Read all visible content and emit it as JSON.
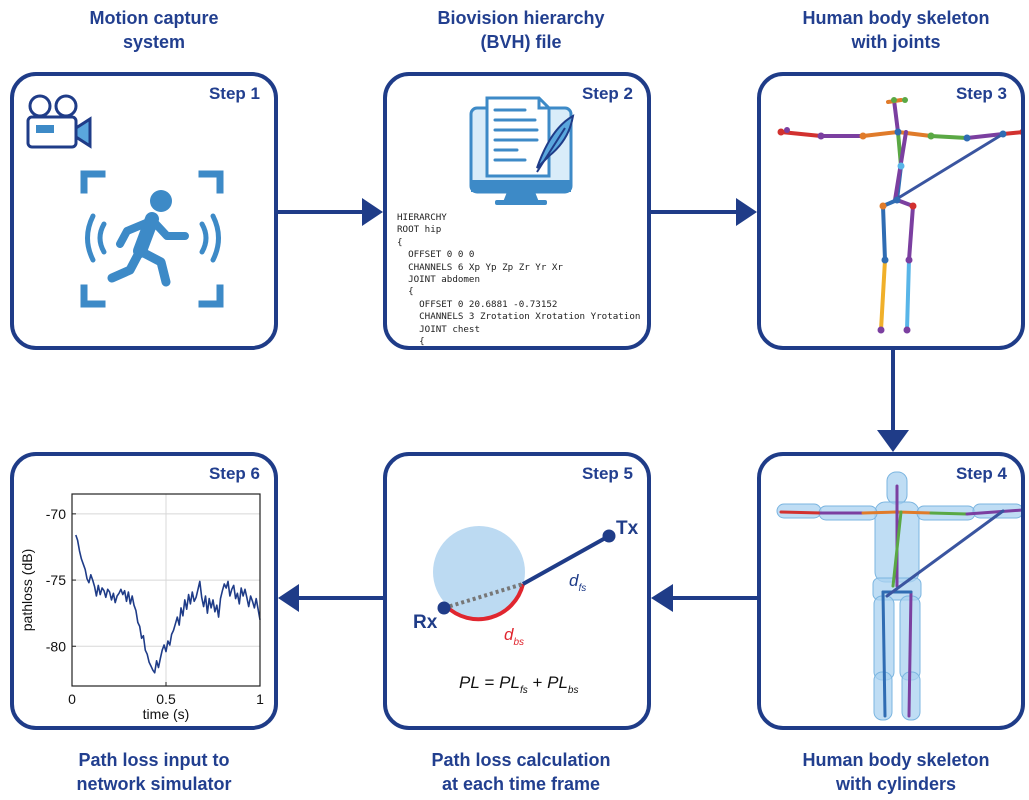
{
  "captions": {
    "step1": [
      "Motion capture",
      "system"
    ],
    "step2": [
      "Biovision hierarchy",
      "(BVH) file"
    ],
    "step3": [
      "Human body skeleton",
      "with joints"
    ],
    "step4": [
      "Human body skeleton",
      "with cylinders"
    ],
    "step5": [
      "Path loss calculation",
      "at each time frame"
    ],
    "step6": [
      "Path loss input to",
      "network simulator"
    ]
  },
  "steps": [
    "Step 1",
    "Step 2",
    "Step 3",
    "Step 4",
    "Step 5",
    "Step 6"
  ],
  "bvh_code": "HIERARCHY\nROOT hip\n{\n  OFFSET 0 0 0\n  CHANNELS 6 Xp Yp Zp Zr Yr Xr\n  JOINT abdomen\n  {\n    OFFSET 0 20.6881 -0.73152\n    CHANNELS 3 Zrotation Xrotation Yrotation\n    JOINT chest\n    {\n     ...",
  "pathloss_diagram": {
    "tx_label": "Tx",
    "rx_label": "Rx",
    "dfs": "d",
    "dfs_sub": "fs",
    "dbs": "d",
    "dbs_sub": "bs",
    "eq_pl": "PL",
    "eq_eq": " = ",
    "eq_plfs": "PL",
    "eq_fs": "fs",
    "eq_plus": " + ",
    "eq_plbs": "PL",
    "eq_bs": "bs"
  },
  "colors": {
    "primary": "#1f3c88",
    "accent_red": "#e0262f",
    "icon_blue": "#3d8ac7",
    "light_blue": "#bcdaf2"
  },
  "chart_data": {
    "type": "line",
    "xlabel": "time (s)",
    "ylabel": "pathloss (dB)",
    "xlim": [
      0,
      1
    ],
    "ylim": [
      -83,
      -68.5
    ],
    "xticks": [
      0,
      0.5,
      1
    ],
    "xtick_labels": [
      "0",
      "0.5",
      "1"
    ],
    "yticks": [
      -70,
      -75,
      -80
    ],
    "ytick_labels": [
      "-70",
      "-75",
      "-80"
    ],
    "grid": true,
    "series": [
      {
        "x": [
          0.02,
          0.03,
          0.04,
          0.05,
          0.06,
          0.07,
          0.08,
          0.09,
          0.1,
          0.11,
          0.12,
          0.13,
          0.14,
          0.15,
          0.16,
          0.17,
          0.18,
          0.19,
          0.2,
          0.21,
          0.22,
          0.23,
          0.24,
          0.25,
          0.26,
          0.27,
          0.28,
          0.29,
          0.3,
          0.31,
          0.32,
          0.33,
          0.34,
          0.35,
          0.36,
          0.37,
          0.38,
          0.39,
          0.4,
          0.41,
          0.42,
          0.43,
          0.44,
          0.45,
          0.46,
          0.47,
          0.48,
          0.49,
          0.5,
          0.51,
          0.52,
          0.53,
          0.54,
          0.55,
          0.56,
          0.57,
          0.58,
          0.59,
          0.6,
          0.61,
          0.62,
          0.63,
          0.64,
          0.65,
          0.66,
          0.67,
          0.68,
          0.69,
          0.7,
          0.71,
          0.72,
          0.73,
          0.74,
          0.75,
          0.76,
          0.77,
          0.78,
          0.79,
          0.8,
          0.81,
          0.82,
          0.83,
          0.84,
          0.85,
          0.86,
          0.87,
          0.88,
          0.89,
          0.9,
          0.91,
          0.92,
          0.93,
          0.94,
          0.95,
          0.96,
          0.97,
          0.98,
          0.99,
          1.0
        ],
        "y": [
          -71.6,
          -72.0,
          -72.8,
          -73.4,
          -73.8,
          -74.2,
          -74.9,
          -75.2,
          -74.6,
          -75.0,
          -75.5,
          -76.2,
          -75.4,
          -76.1,
          -75.6,
          -75.8,
          -76.3,
          -75.7,
          -75.9,
          -76.5,
          -76.0,
          -76.7,
          -76.2,
          -76.0,
          -75.7,
          -76.1,
          -75.8,
          -76.6,
          -75.9,
          -76.8,
          -76.2,
          -76.9,
          -77.3,
          -78.2,
          -78.5,
          -79.4,
          -79.2,
          -80.3,
          -80.6,
          -81.2,
          -81.5,
          -81.8,
          -82.0,
          -81.1,
          -81.6,
          -80.9,
          -80.3,
          -79.9,
          -80.4,
          -79.6,
          -79.9,
          -79.1,
          -78.8,
          -78.3,
          -77.8,
          -78.4,
          -77.1,
          -77.7,
          -76.5,
          -77.2,
          -76.1,
          -76.8,
          -75.9,
          -76.6,
          -76.3,
          -75.7,
          -75.1,
          -76.3,
          -77.0,
          -76.2,
          -77.5,
          -76.4,
          -77.1,
          -76.5,
          -77.4,
          -76.9,
          -77.8,
          -76.4,
          -75.8,
          -75.3,
          -75.6,
          -75.1,
          -76.2,
          -75.7,
          -75.4,
          -76.4,
          -76.0,
          -76.8,
          -75.6,
          -76.2,
          -75.7,
          -76.3,
          -77.0,
          -76.2,
          -76.6,
          -77.1,
          -76.4,
          -77.2,
          -78.0
        ]
      }
    ]
  }
}
